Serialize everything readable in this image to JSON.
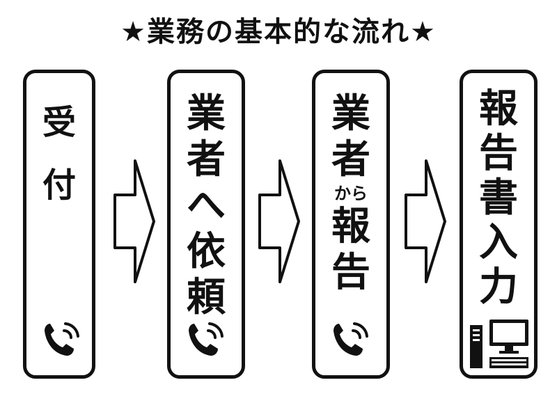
{
  "title": "★業務の基本的な流れ★",
  "steps": [
    {
      "chars": [
        "受",
        "付"
      ],
      "icon": "phone-icon"
    },
    {
      "chars": [
        "業",
        "者",
        "へ",
        "依",
        "頼"
      ],
      "icon": "phone-icon"
    },
    {
      "chars": [
        "業",
        "者",
        "から",
        "報",
        "告"
      ],
      "icon": "phone-icon"
    },
    {
      "chars": [
        "報",
        "告",
        "書",
        "入",
        "力"
      ],
      "icon": "computer-icon"
    }
  ],
  "arrow_icon": "right-arrow-icon",
  "colors": {
    "line": "#111111",
    "background": "#ffffff"
  }
}
